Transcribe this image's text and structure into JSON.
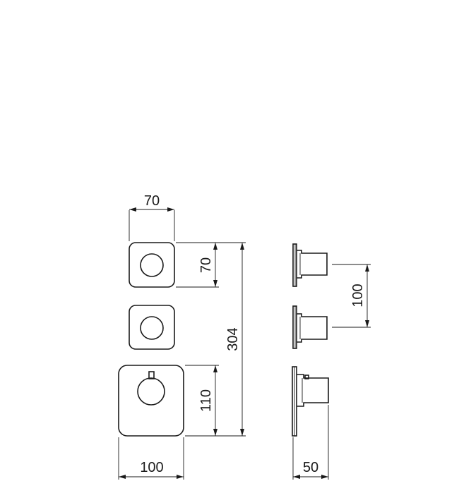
{
  "drawing": {
    "dimensions": {
      "small_plate_width": "70",
      "small_plate_height": "70",
      "overall_height": "304",
      "large_plate_height": "110",
      "large_plate_width": "100",
      "valve_spacing": "100",
      "depth": "50"
    }
  }
}
